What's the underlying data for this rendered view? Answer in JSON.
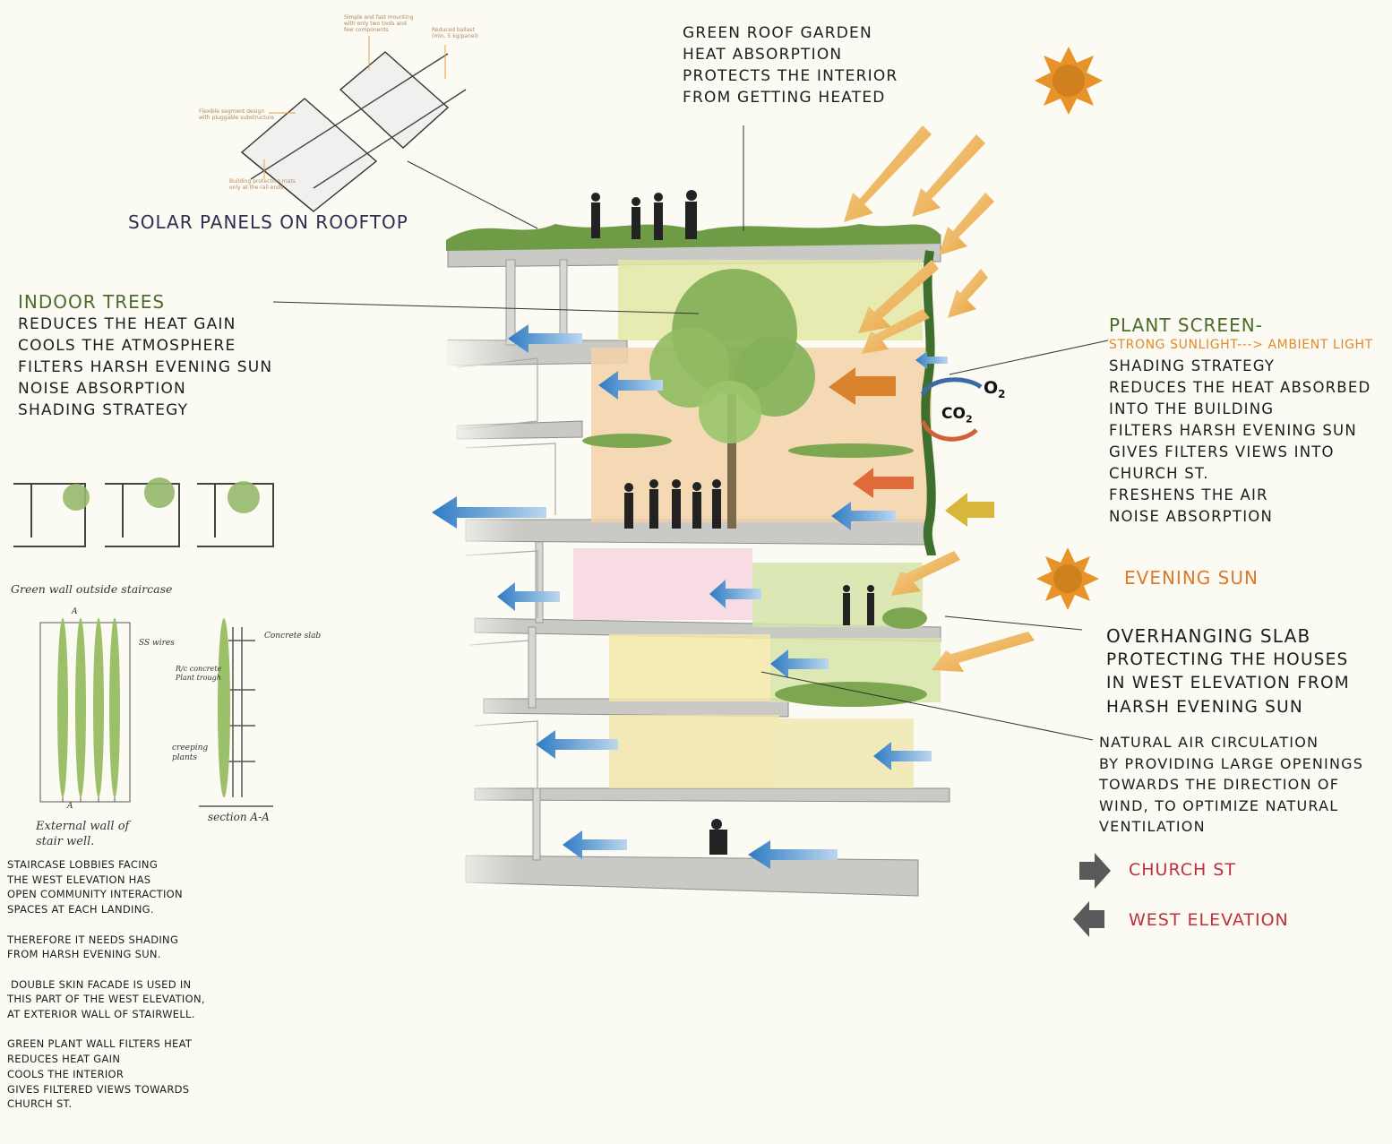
{
  "labels": {
    "green_roof": [
      "GREEN ROOF GARDEN",
      "HEAT ABSORPTION",
      "PROTECTS THE INTERIOR",
      "FROM GETTING HEATED"
    ],
    "solar_panels": "SOLAR PANELS ON ROOFTOP",
    "indoor_trees_title": "INDOOR TREES",
    "indoor_trees": [
      "REDUCES THE HEAT GAIN",
      "COOLS THE ATMOSPHERE",
      "FILTERS HARSH EVENING SUN",
      "NOISE ABSORPTION",
      "SHADING STRATEGY"
    ],
    "plant_screen_title": "PLANT SCREEN-",
    "plant_screen_sub": "STRONG SUNLIGHT---> AMBIENT LIGHT",
    "plant_screen": [
      "SHADING STRATEGY",
      "REDUCES THE HEAT ABSORBED",
      "INTO THE BUILDING",
      "FILTERS HARSH EVENING SUN",
      "GIVES FILTERS VIEWS INTO",
      "CHURCH ST.",
      "FRESHENS THE AIR",
      "NOISE ABSORPTION"
    ],
    "evening_sun": "EVENING SUN",
    "overhanging_title": "OVERHANGING SLAB",
    "overhanging": [
      "PROTECTING THE HOUSES",
      "IN WEST ELEVATION FROM",
      "HARSH EVENING SUN"
    ],
    "air_circulation": [
      "NATURAL AIR CIRCULATION",
      "BY PROVIDING LARGE OPENINGS",
      "TOWARDS THE DIRECTION OF",
      "WIND, TO OPTIMIZE NATURAL",
      "VENTILATION"
    ],
    "church_st": "CHURCH ST",
    "west_elevation": "WEST ELEVATION",
    "o2": "O",
    "o2_sub": "2",
    "co2": "CO",
    "co2_sub": "2"
  },
  "notes": {
    "staircase": [
      "STAIRCASE LOBBIES FACING",
      "THE WEST ELEVATION HAS",
      "OPEN COMMUNITY INTERACTION",
      "SPACES AT EACH LANDING.",
      "",
      "THEREFORE IT NEEDS SHADING",
      "FROM HARSH EVENING SUN.",
      "",
      " DOUBLE SKIN FACADE IS USED IN",
      "THIS PART OF THE WEST ELEVATION,",
      "AT EXTERIOR WALL OF STAIRWELL.",
      "",
      "GREEN PLANT WALL FILTERS HEAT",
      "REDUCES HEAT GAIN",
      "COOLS THE INTERIOR",
      "GIVES FILTERED VIEWS TOWARDS",
      "CHURCH ST."
    ]
  },
  "sketches": {
    "green_wall_caption": "Green wall outside staircase",
    "external_wall_caption": [
      "External wall of",
      "stair well."
    ],
    "section_caption": "section A-A",
    "ss_wires": "SS wires",
    "concrete_slab": "Concrete slab",
    "concrete_trough": [
      "R/c concrete",
      "Plant trough"
    ],
    "creeping_plants": [
      "creeping",
      "plants"
    ],
    "a_marker": "A"
  },
  "solar_detail": {
    "note1": [
      "Simple and fast mounting",
      "with only two tools and",
      "few components"
    ],
    "note2": [
      "Reduced ballast",
      "(min. 5 kg/panel)"
    ],
    "note3": [
      "Flexible segment design",
      "with pluggable substructure"
    ],
    "note4": [
      "Building protection mats",
      "only at the rail ends"
    ]
  },
  "colors": {
    "sun": "#e8922a",
    "arrow_blue": "#3f86c8",
    "arrow_orange": "#e8a033",
    "green_text": "#4d6b2a",
    "red_text": "#c0303a",
    "dark_arrow": "#5a5a5a"
  }
}
